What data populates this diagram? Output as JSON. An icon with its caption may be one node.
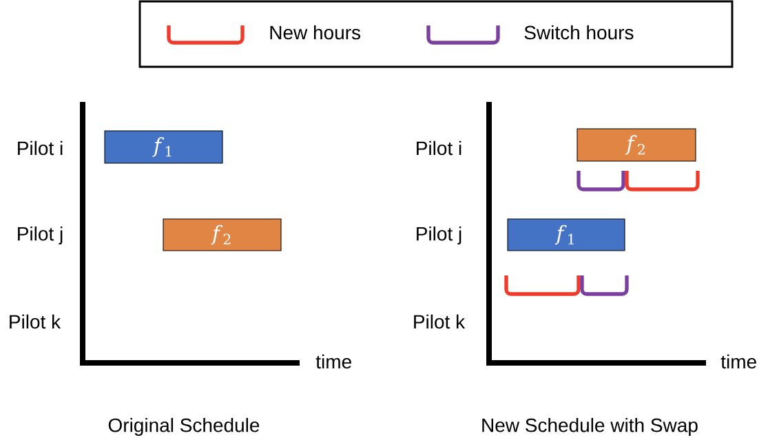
{
  "diagram": {
    "nodes": [
      {
        "text": [
          "*f*$_{1}$"
        ]
      },
      {
        "text": [
          "*f*$_{2}$"
        ]
      },
      {
        "text": [
          "*f*$_{2}$"
        ]
      },
      {
        "text": [
          "*f*$_{1}$"
        ]
      }
    ],
    "labels": [
      "Pilot i",
      "Pilot j",
      "Pilot k",
      "time",
      "Original Schedule",
      "Pilot i",
      "Pilot j",
      "Pilot k",
      "time",
      "New Schedule with Swap"
    ],
    "legend": [
      {
        "text": "New hours",
        "color": "#ee3b2b"
      },
      {
        "text": "Switch hours",
        "color": "#7b3fa0"
      }
    ]
  }
}
